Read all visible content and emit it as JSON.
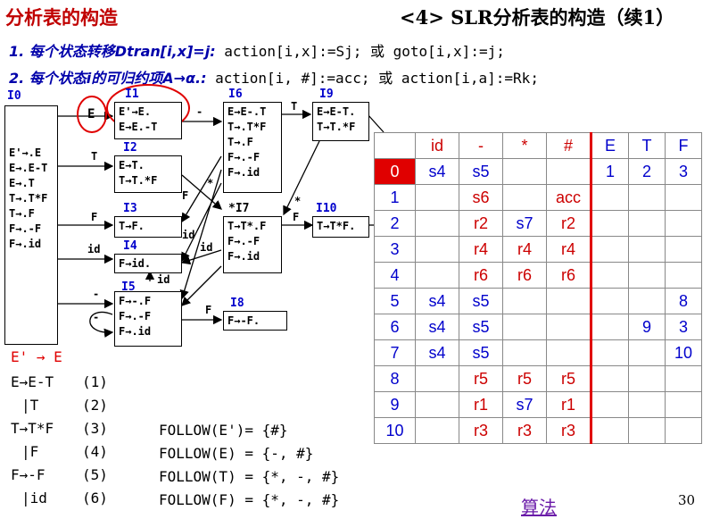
{
  "header": {
    "left_title": "分析表的构造",
    "right_num": "<4>",
    "right_title": "SLR分析表的构造（续1）"
  },
  "rules": [
    {
      "lead": "1. 每个状态转移Dtran[i,x]=j:",
      "body": " action[i,x]:=Sj;   或 goto[i,x]:=j;"
    },
    {
      "lead": "2. 每个状态i的可归约项A→α.:",
      "body": " action[i, #]:=acc; 或 action[i,a]:=Rk;"
    }
  ],
  "states": {
    "I0": {
      "label": "I0",
      "items": [
        "E'→.E",
        "E→.E-T",
        "E→.T",
        "T→.T*F",
        "T→.F",
        "F→.-F",
        "F→.id"
      ]
    },
    "I1": {
      "label": "I1",
      "items": [
        "E'→E.",
        "E→E.-T"
      ]
    },
    "I2": {
      "label": "I2",
      "items": [
        "E→T.",
        "T→T.*F"
      ]
    },
    "I3": {
      "label": "I3",
      "items": [
        "T→F."
      ]
    },
    "I4": {
      "label": "I4",
      "items": [
        "F→id."
      ]
    },
    "I5": {
      "label": "I5",
      "items": [
        "F→-.F",
        "F→.-F",
        "F→.id"
      ]
    },
    "I6": {
      "label": "I6",
      "items": [
        "E→E-.T",
        "T→.T*F",
        "T→.F",
        "F→.-F",
        "F→.id"
      ]
    },
    "I7": {
      "label": "*I7",
      "items": [
        "T→T*.F",
        "F→.-F",
        "F→.id"
      ]
    },
    "I8": {
      "label": "I8",
      "items": [
        "F→-F."
      ]
    },
    "I9": {
      "label": "I9",
      "items": [
        "E→E-T.",
        "T→T.*F"
      ]
    },
    "I10": {
      "label": "I10",
      "items": [
        "T→T*F."
      ]
    }
  },
  "edges": {
    "E": "E",
    "T": "T",
    "F": "F",
    "id": "id",
    "minus": "-",
    "star": "*"
  },
  "table": {
    "headers": [
      "",
      "id",
      "-",
      "*",
      "#",
      "E",
      "T",
      "F"
    ],
    "rows": [
      [
        "0",
        "s4",
        "s5",
        "",
        "",
        "1",
        "2",
        "3"
      ],
      [
        "1",
        "",
        "s6",
        "",
        "acc",
        "",
        "",
        ""
      ],
      [
        "2",
        "",
        "r2",
        "s7",
        "r2",
        "",
        "",
        ""
      ],
      [
        "3",
        "",
        "r4",
        "r4",
        "r4",
        "",
        "",
        ""
      ],
      [
        "4",
        "",
        "r6",
        "r6",
        "r6",
        "",
        "",
        ""
      ],
      [
        "5",
        "s4",
        "s5",
        "",
        "",
        "",
        "",
        "8"
      ],
      [
        "6",
        "s4",
        "s5",
        "",
        "",
        "",
        "9",
        "3"
      ],
      [
        "7",
        "s4",
        "s5",
        "",
        "",
        "",
        "",
        "10"
      ],
      [
        "8",
        "",
        "r5",
        "r5",
        "r5",
        "",
        "",
        ""
      ],
      [
        "9",
        "",
        "r1",
        "s7",
        "r1",
        "",
        "",
        ""
      ],
      [
        "10",
        "",
        "r3",
        "r3",
        "r3",
        "",
        "",
        ""
      ]
    ]
  },
  "grammar": [
    {
      "text": "E' → E",
      "num": ""
    },
    {
      "text": "E→E-T",
      "num": "(1)"
    },
    {
      "text": " |T",
      "num": "(2)"
    },
    {
      "text": "T→T*F",
      "num": "(3)"
    },
    {
      "text": " |F",
      "num": "(4)"
    },
    {
      "text": "F→-F",
      "num": "(5)"
    },
    {
      "text": " |id",
      "num": "(6)"
    }
  ],
  "follow": [
    "FOLLOW(E')= {#}",
    "FOLLOW(E) = {-, #}",
    "FOLLOW(T) = {*, -, #}",
    "FOLLOW(F) = {*, -, #}"
  ],
  "footer": {
    "link": "算法",
    "page": "30"
  }
}
